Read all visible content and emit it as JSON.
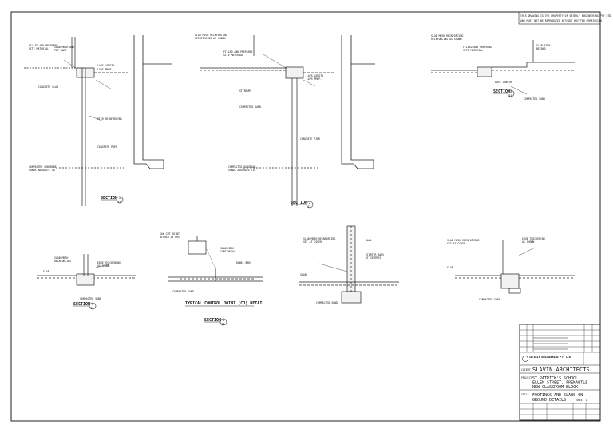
{
  "copyright": [
    "THIS DRAWING IS THE PROPERTY OF SATERLY ENGINEERING PTY LTD",
    "AND MUST NOT BE REPRODUCED WITHOUT WRITTEN PERMISSION"
  ],
  "sections": [
    {
      "title": "SECTION",
      "ref": "1",
      "scale": "S1"
    },
    {
      "title": "SECTION",
      "ref": "2",
      "scale": "S1"
    },
    {
      "title": "SECTION",
      "ref": "3",
      "scale": "S1"
    },
    {
      "title": "SECTION",
      "ref": "4",
      "scale": "S1"
    },
    {
      "title": "SECTION",
      "ref": "5",
      "scale": "S1"
    }
  ],
  "detail_title": "TYPICAL CONTROL JOINT (CJ) DETAIL",
  "title_block": {
    "engineer": "SATERLY ENGINEERING PTY LTD",
    "client_label": "CLIENT",
    "client": "SLAVIN ARCHITECTS",
    "project_label": "PROJECT",
    "project": [
      "ST PATRICK'S SCHOOL",
      "ELLEN STREET, FREMANTLE",
      "NEW CLASSROOM BLOCK"
    ],
    "title_label": "TITLE",
    "title": [
      "FOOTINGS AND SLABS ON",
      "GROUND DETAILS"
    ],
    "sheet": "SHEET 1"
  }
}
